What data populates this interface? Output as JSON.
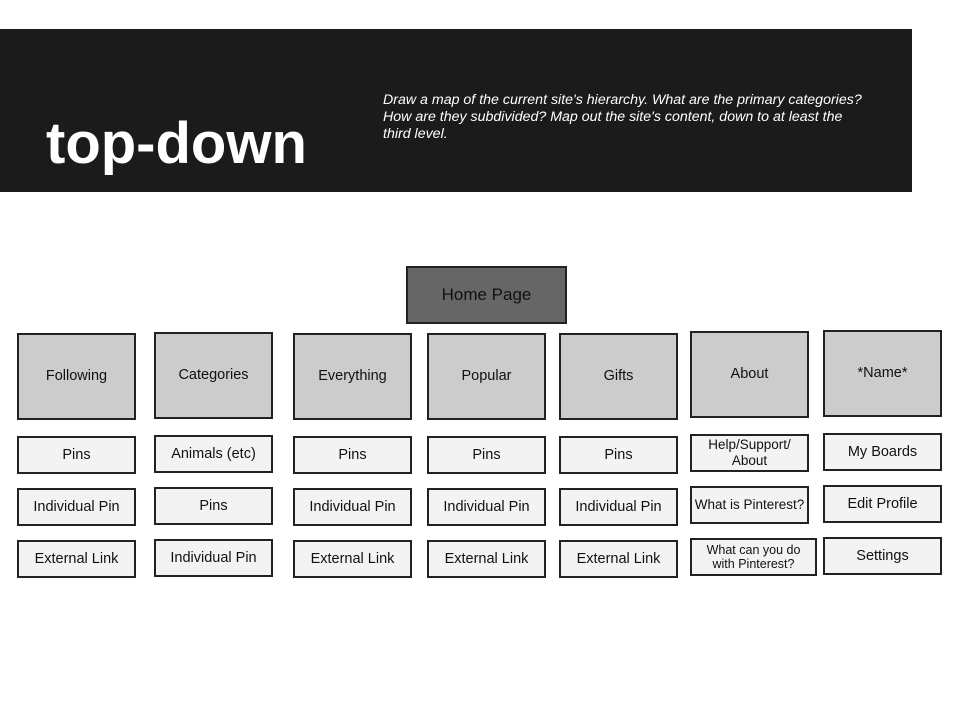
{
  "slide": {
    "title": "top-down",
    "instructions": "Draw a map of the current site's hierarchy.  What are the primary categories? How are they subdivided?  Map out the site's content, down to at least the third level."
  },
  "colors": {
    "header": "#1b1b1b",
    "root": "#666666",
    "category": "#cccccc",
    "leaf": "#f3f3f3",
    "border": "#222222"
  },
  "hierarchy": {
    "root": "Home Page",
    "columns": [
      {
        "label": "Following",
        "children": [
          "Pins",
          "Individual Pin",
          "External Link"
        ]
      },
      {
        "label": "Categories",
        "children": [
          "Animals (etc)",
          "Pins",
          "Individual Pin"
        ]
      },
      {
        "label": "Everything",
        "children": [
          "Pins",
          "Individual Pin",
          "External Link"
        ]
      },
      {
        "label": "Popular",
        "children": [
          "Pins",
          "Individual Pin",
          "External Link"
        ]
      },
      {
        "label": "Gifts",
        "children": [
          "Pins",
          "Individual Pin",
          "External Link"
        ]
      },
      {
        "label": "About",
        "children": [
          "Help/Support/ About",
          "What is Pinterest?",
          "What can you do with Pinterest?"
        ]
      },
      {
        "label": "*Name*",
        "children": [
          "My Boards",
          "Edit Profile",
          "Settings"
        ]
      }
    ]
  }
}
